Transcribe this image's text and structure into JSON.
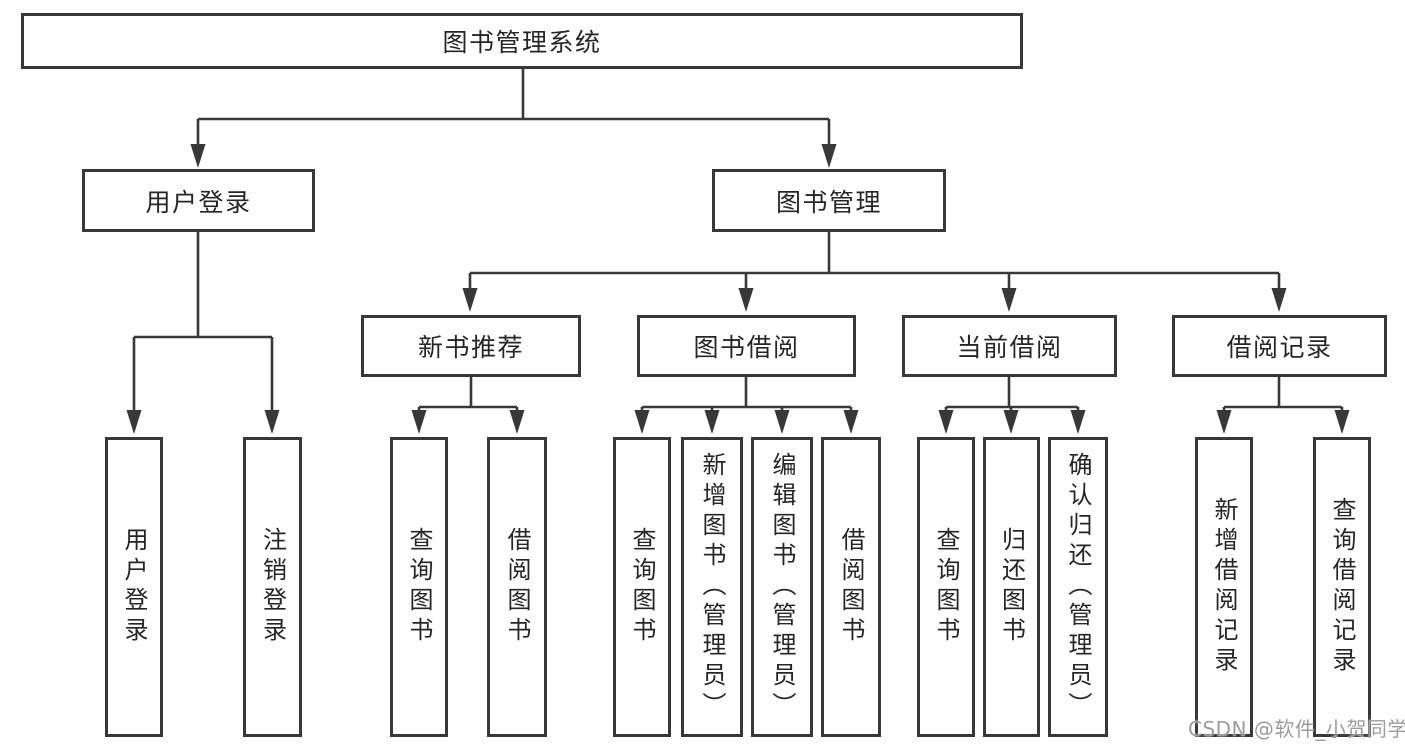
{
  "diagram_title": "图书管理系统",
  "tree": {
    "root": {
      "label": "图书管理系统"
    },
    "children": [
      {
        "label": "用户登录",
        "children": [
          {
            "label": "用户登录"
          },
          {
            "label": "注销登录"
          }
        ]
      },
      {
        "label": "图书管理",
        "children": [
          {
            "label": "新书推荐",
            "children": [
              {
                "label": "查询图书"
              },
              {
                "label": "借阅图书"
              }
            ]
          },
          {
            "label": "图书借阅",
            "children": [
              {
                "label": "查询图书"
              },
              {
                "label": "新增图书（管理员）"
              },
              {
                "label": "编辑图书（管理员）"
              },
              {
                "label": "借阅图书"
              }
            ]
          },
          {
            "label": "当前借阅",
            "children": [
              {
                "label": "查询图书"
              },
              {
                "label": "归还图书"
              },
              {
                "label": "确认归还（管理员）"
              }
            ]
          },
          {
            "label": "借阅记录",
            "children": [
              {
                "label": "新增借阅记录"
              },
              {
                "label": "查询借阅记录"
              }
            ]
          }
        ]
      }
    ]
  },
  "watermark": {
    "text": "CSDN @软件_小贺同学"
  },
  "colors": {
    "background": "#ffffff",
    "line": "#383838",
    "box_border": "#383838",
    "text": "#262626",
    "watermark": "#9c9c9c"
  }
}
